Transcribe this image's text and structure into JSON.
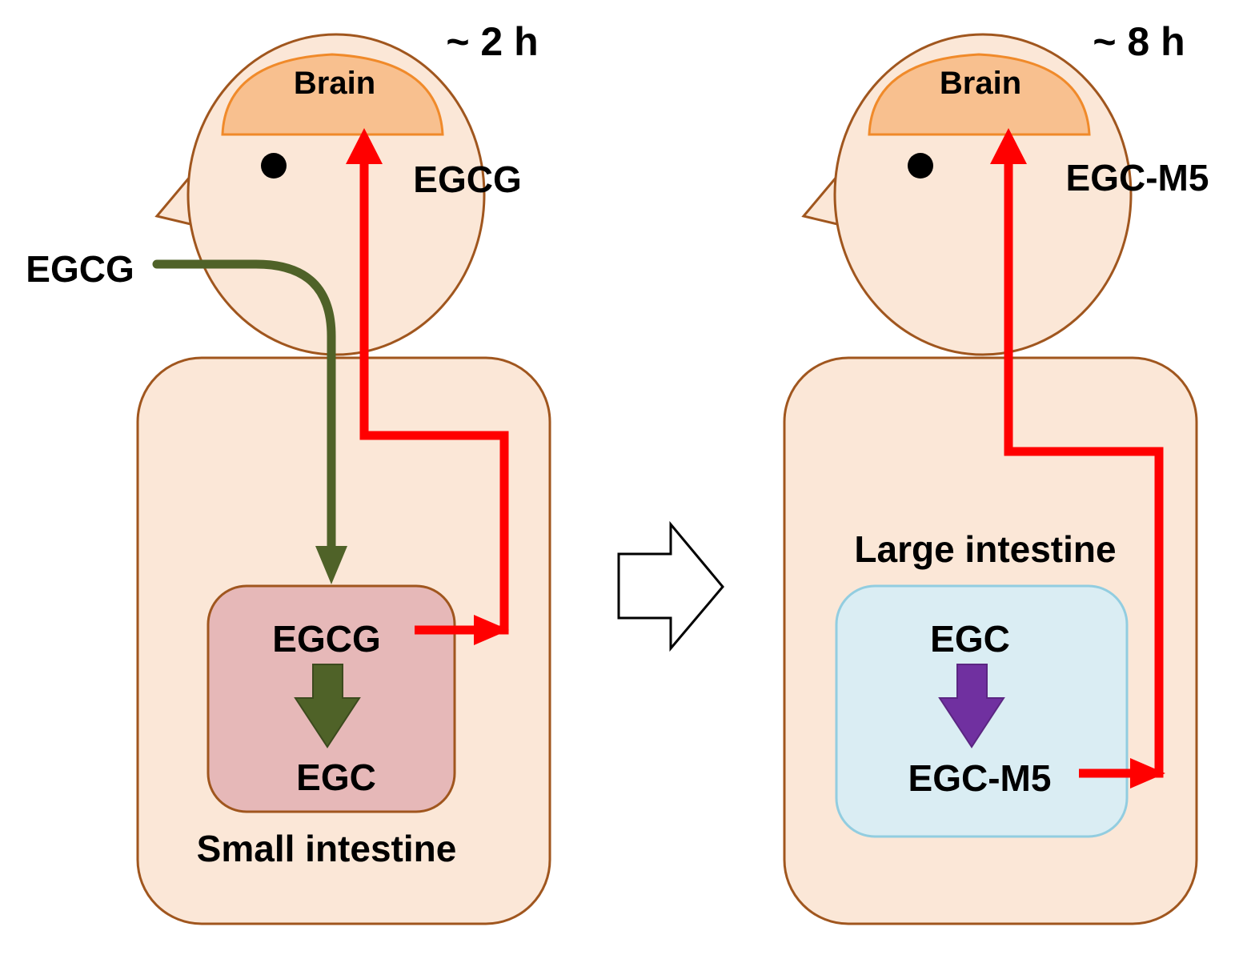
{
  "left_panel": {
    "time": "~ 2 h",
    "brain_label": "Brain",
    "brain_compound": "EGCG",
    "intake_label": "EGCG",
    "organ_label": "Small intestine",
    "organ_top": "EGCG",
    "organ_bottom": "EGC"
  },
  "right_panel": {
    "time": "~ 8 h",
    "brain_label": "Brain",
    "brain_compound": "EGC-M5",
    "organ_label": "Large intestine",
    "organ_top": "EGC",
    "organ_bottom": "EGC-M5"
  },
  "colors": {
    "skin": "#fbe7d7",
    "outline": "#a0561e",
    "brain": "#f8c08f",
    "brain_outline": "#f08a2a",
    "small_intestine": "#e6b8b8",
    "large_intestine": "#daedf3",
    "large_intestine_outline": "#92cde0",
    "absorption_arrow": "#ff0000",
    "ingestion_arrow": "#4f6228",
    "conversion_left": "#4f6228",
    "conversion_right": "#7030a0"
  }
}
